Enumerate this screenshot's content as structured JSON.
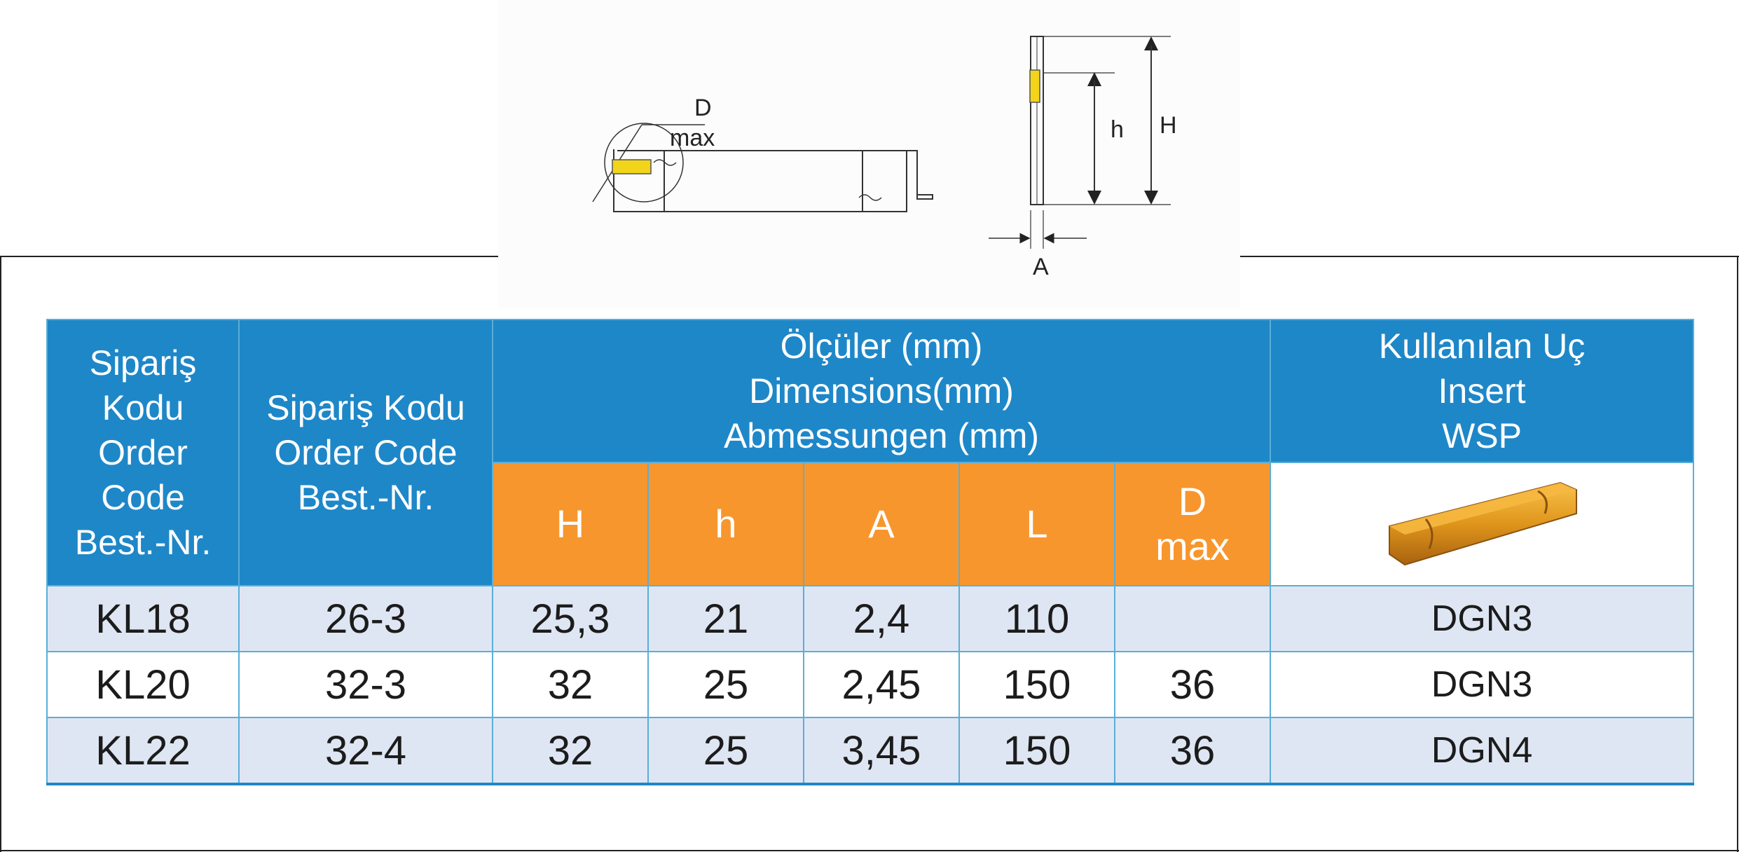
{
  "drawing": {
    "label_d": "D",
    "label_dmax": "max",
    "label_h_small": "h",
    "label_h_big": "H",
    "label_a": "A",
    "insert_color": "#f2d51a"
  },
  "table": {
    "header": {
      "order_code_1": "Sipariş\nKodu\nOrder\nCode\nBest.-Nr.",
      "order_code_2": "Sipariş Kodu\nOrder Code\nBest.-Nr.",
      "dimensions": "Ölçüler (mm)\nDimensions(mm)\nAbmessungen (mm)",
      "insert": "Kullanılan Uç\nInsert\nWSP",
      "dims": [
        "H",
        "h",
        "A",
        "L",
        "D\nmax"
      ]
    },
    "rows": [
      {
        "code1": "KL18",
        "code2": "26-3",
        "H": "25,3",
        "h": "21",
        "A": "2,4",
        "L": "110",
        "Dmax": "",
        "insert": "DGN3"
      },
      {
        "code1": "KL20",
        "code2": "32-3",
        "H": "32",
        "h": "25",
        "A": "2,45",
        "L": "150",
        "Dmax": "36",
        "insert": "DGN3"
      },
      {
        "code1": "KL22",
        "code2": "32-4",
        "H": "32",
        "h": "25",
        "A": "3,45",
        "L": "150",
        "Dmax": "36",
        "insert": "DGN4"
      }
    ]
  },
  "colors": {
    "header_blue": "#1e87c8",
    "header_orange": "#f7962d",
    "row_shade": "#dfe6f3",
    "insert_gold": "#e0951c"
  }
}
